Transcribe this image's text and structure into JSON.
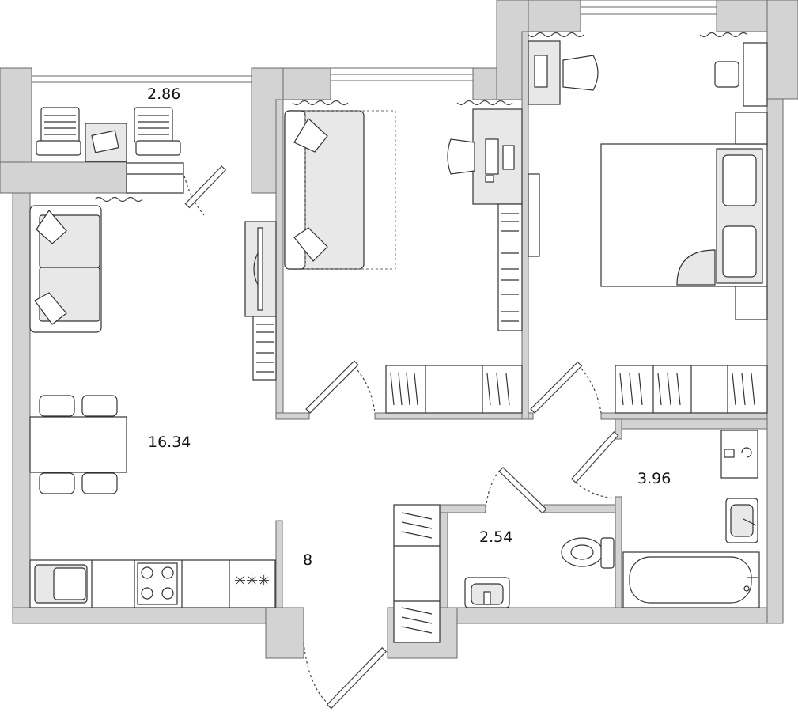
{
  "floorplan": {
    "rooms": [
      {
        "id": "balcony",
        "area": "2.86"
      },
      {
        "id": "living-kitchen",
        "area": "16.34"
      },
      {
        "id": "hallway",
        "area": "8"
      },
      {
        "id": "toilet",
        "area": "2.54"
      },
      {
        "id": "bathroom",
        "area": "3.96"
      }
    ],
    "colors": {
      "wall_fill": "#d3d3d3",
      "wall_stroke": "#6a6a6a",
      "furniture_stroke": "#333333",
      "furniture_fill": "#e8e8e8",
      "background": "#ffffff"
    }
  }
}
